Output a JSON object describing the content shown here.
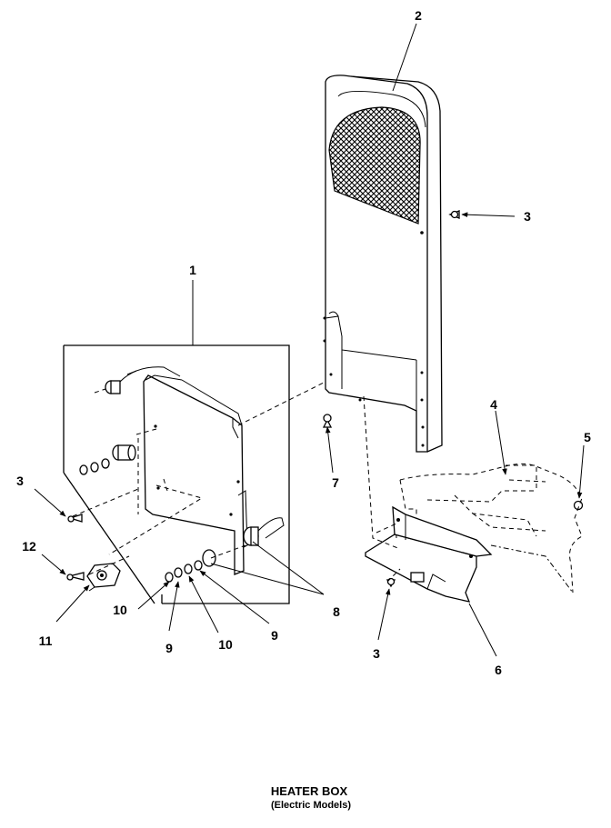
{
  "caption": {
    "title": "HEATER BOX",
    "subtitle": "(Electric Models)"
  },
  "callouts": {
    "c1": "1",
    "c2": "2",
    "c3_top": "3",
    "c4": "4",
    "c5": "5",
    "c3_left": "3",
    "c7": "7",
    "c12": "12",
    "c8": "8",
    "c11": "11",
    "c10_a": "10",
    "c9_a": "9",
    "c10_b": "10",
    "c9_b": "9",
    "c3_bottom": "3",
    "c6": "6"
  }
}
